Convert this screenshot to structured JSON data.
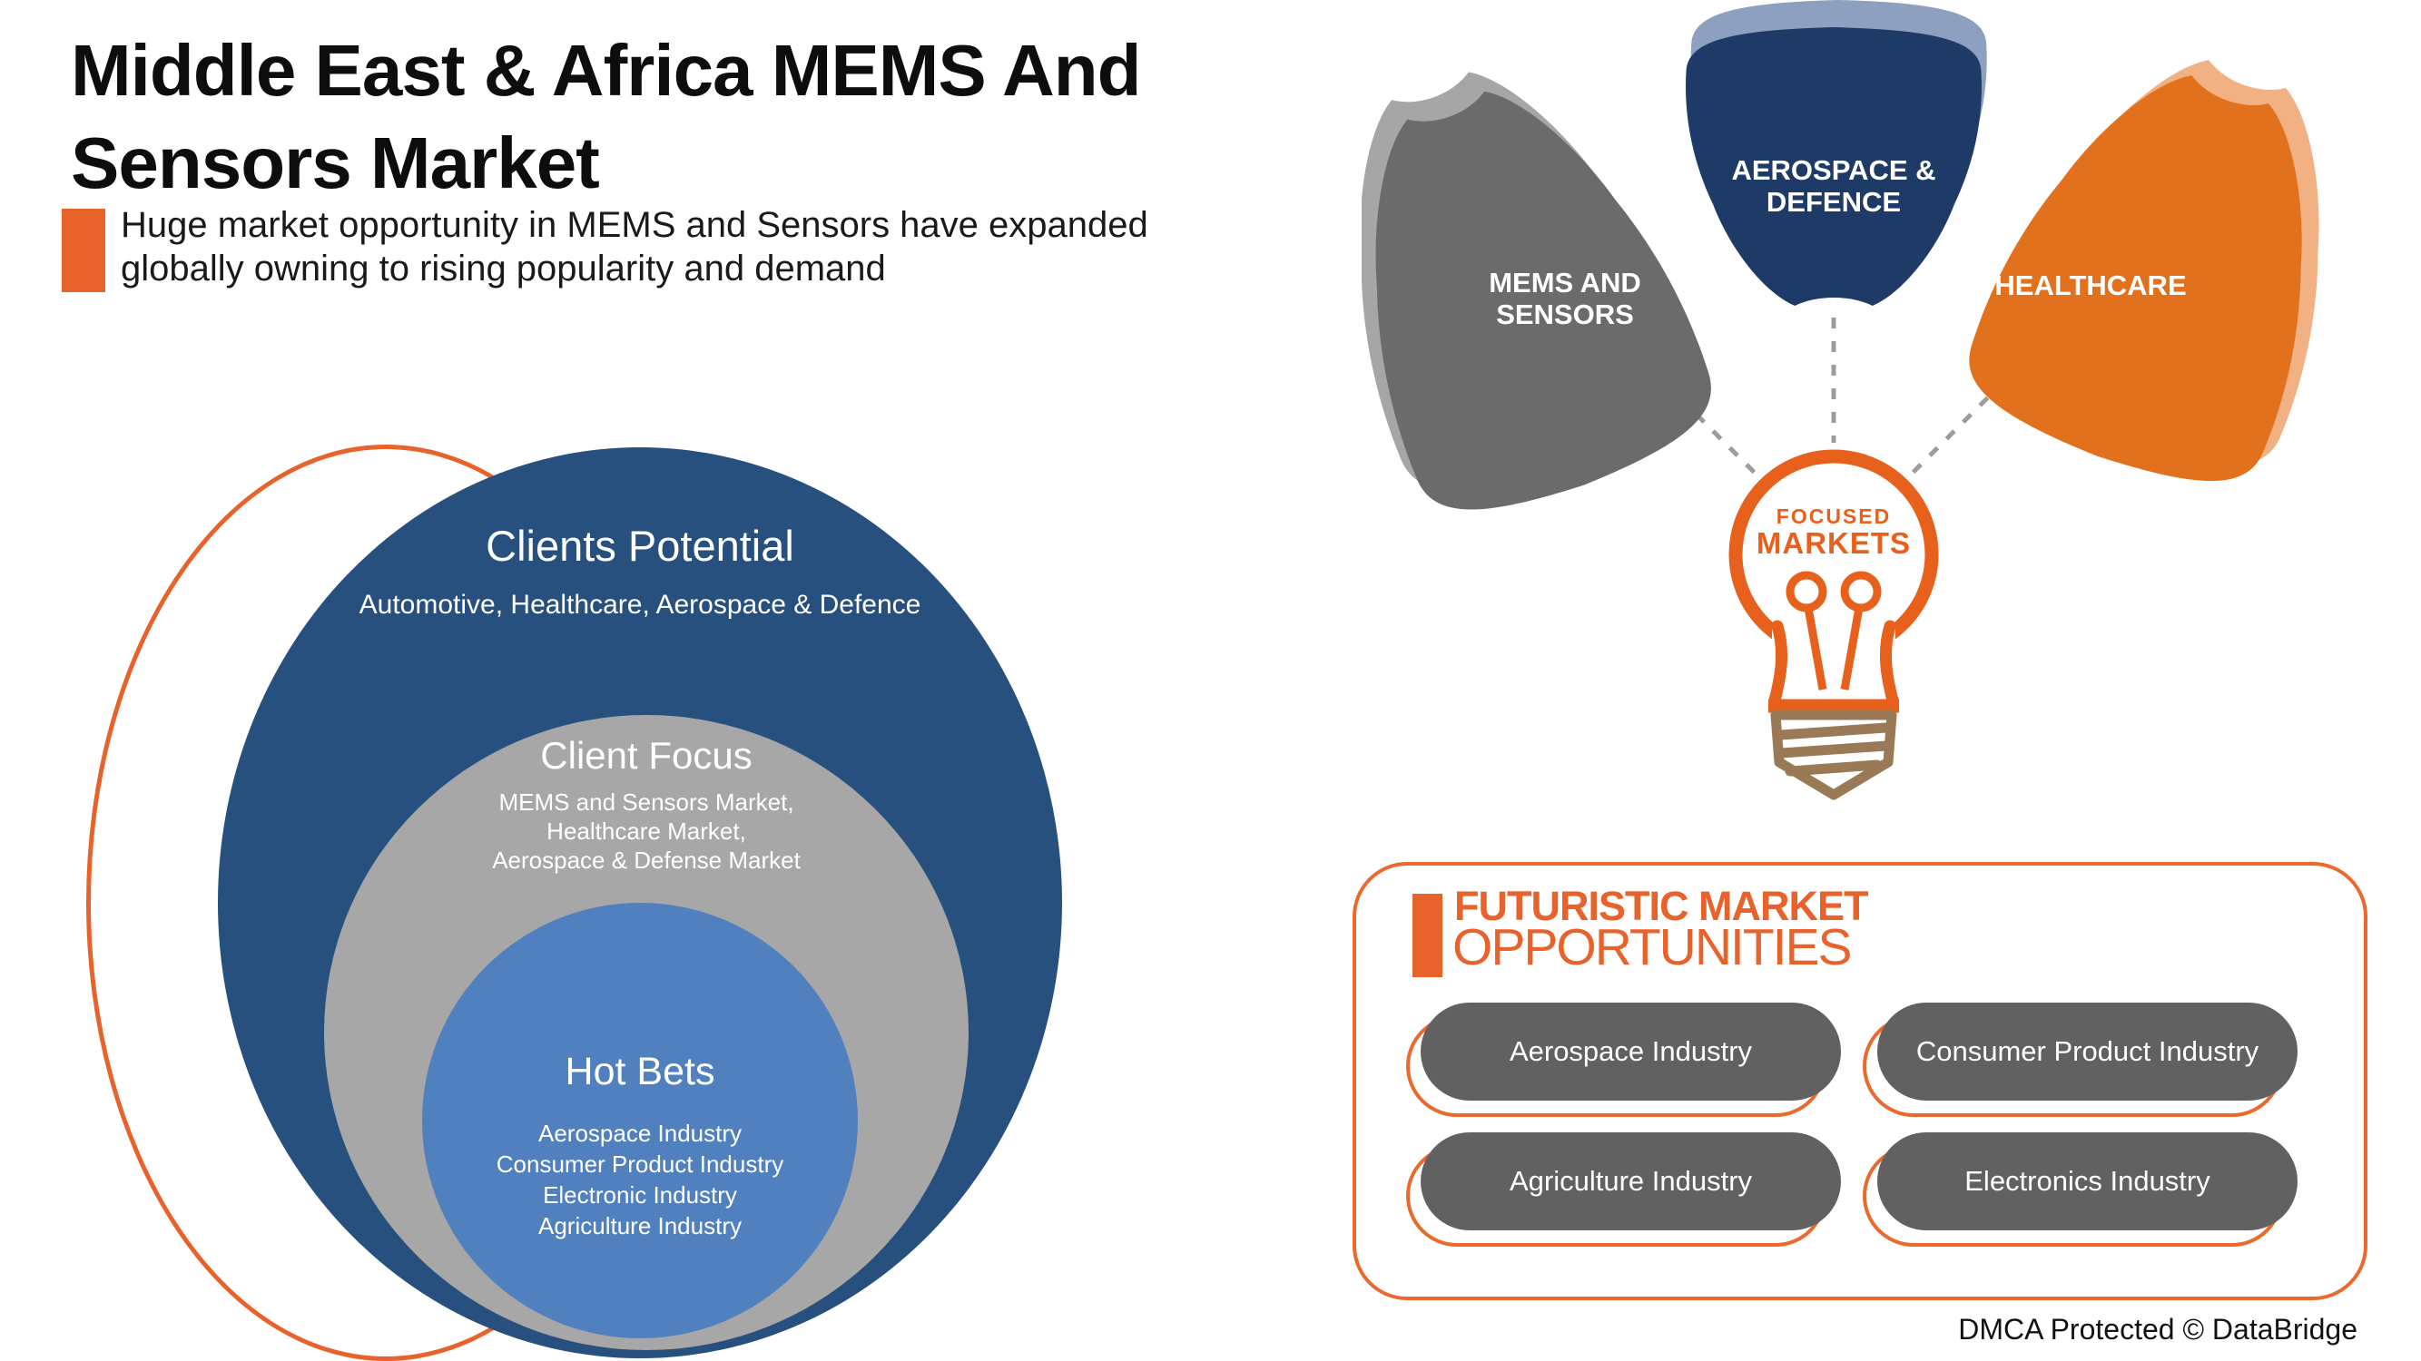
{
  "header": {
    "title_line1": "Middle East & Africa MEMS And",
    "title_line2": "Sensors Market",
    "subtitle_line1": "Huge market opportunity in MEMS and Sensors have expanded",
    "subtitle_line2": "globally owning to rising popularity and demand"
  },
  "venn": {
    "outer": {
      "title": "Clients Potential",
      "subtitle": "Automotive, Healthcare, Aerospace & Defence"
    },
    "middle": {
      "title": "Client Focus",
      "lines": [
        "MEMS and Sensors Market,",
        "Healthcare Market,",
        "Aerospace & Defense Market"
      ]
    },
    "inner": {
      "title": "Hot Bets",
      "lines": [
        "Aerospace Industry",
        "Consumer Product Industry",
        "Electronic Industry",
        "Agriculture Industry"
      ]
    }
  },
  "focused_markets": {
    "petals": [
      {
        "label_line1": "MEMS AND",
        "label_line2": "SENSORS",
        "color": "#6B6B6B",
        "shadow_color": "#A6A6A6"
      },
      {
        "label_line1": "AEROSPACE &",
        "label_line2": "DEFENCE",
        "color": "#1E3A66",
        "shadow_color": "#8DA0BF"
      },
      {
        "label_line1": "HEALTHCARE",
        "color": "#E2711D",
        "shadow_color": "#F2B183"
      }
    ],
    "bulb_label_line1": "FOCUSED",
    "bulb_label_line2": "MARKETS"
  },
  "opportunities": {
    "heading_line1": "FUTURISTIC MARKET",
    "heading_line2": "OPPORTUNITIES",
    "pills": [
      "Aerospace Industry",
      "Consumer Product Industry",
      "Agriculture Industry",
      "Electronics Industry"
    ]
  },
  "footer": {
    "dmca": "DMCA Protected © DataBridge"
  },
  "colors": {
    "accent_orange": "#E8622B",
    "panel_outline_orange": "#EA6A2E",
    "bulb_orange": "#E8611C",
    "bulb_base_brown": "#9A7A56",
    "outer_circle_blue": "#27507E",
    "middle_circle_gray": "#A7A7A7",
    "inner_circle_blue": "#5180BE",
    "pill_gray": "#616161",
    "connector_gray": "#9C9C9C"
  }
}
